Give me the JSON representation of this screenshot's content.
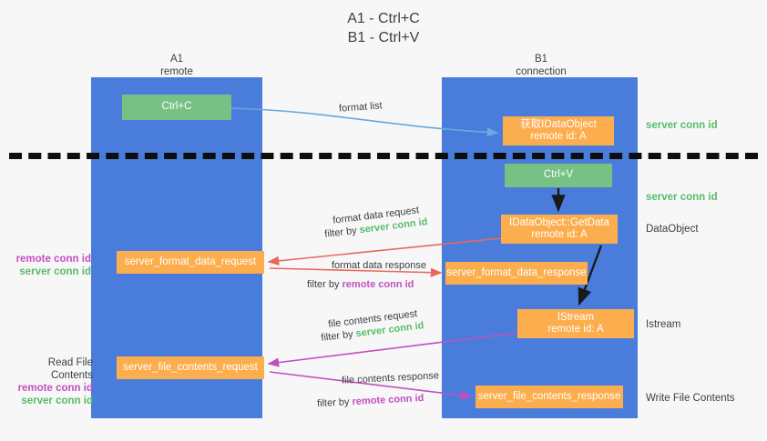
{
  "title": {
    "line1": "A1 - Ctrl+C",
    "line2": "B1 - Ctrl+V"
  },
  "lanes": [
    {
      "id": "a1",
      "name": "A1",
      "role": "remote",
      "color": "#4a7ddb"
    },
    {
      "id": "b1",
      "name": "B1",
      "role": "connection",
      "color": "#4a7ddb"
    }
  ],
  "colors": {
    "lane": "#4a7ddb",
    "green_node": "#76c183",
    "orange_node": "#fcad4d",
    "server_conn_id": "#57bb6b",
    "remote_conn_id": "#c24fc2",
    "background": "#f7f7f7",
    "text": "#3c4043",
    "arrow_blue": "#6aa8dd",
    "arrow_red": "#e8685c",
    "arrow_magenta": "#c24fc2",
    "arrow_dark": "#1a1a1a",
    "separator": "#0e0e0e"
  },
  "nodes": {
    "ctrl_c": {
      "label": "Ctrl+C",
      "sub": ""
    },
    "idataobject": {
      "label": "获取IDataObject",
      "sub": "remote id: A"
    },
    "ctrl_v": {
      "label": "Ctrl+V",
      "sub": ""
    },
    "getdata": {
      "label": "IDataObject::GetData",
      "sub": "remote id: A"
    },
    "format_data_request": {
      "label": "server_format_data_request",
      "sub": ""
    },
    "format_data_response": {
      "label": "server_format_data_response",
      "sub": ""
    },
    "istream": {
      "label": "IStream",
      "sub": "remote id: A"
    },
    "file_contents_request": {
      "label": "server_file_contents_request",
      "sub": ""
    },
    "file_contents_response": {
      "label": "server_file_contents_response",
      "sub": ""
    }
  },
  "edge_labels": {
    "format_list": "format list",
    "format_data_request": "format data request",
    "format_data_response": "format data response",
    "file_contents_request": "file contents request",
    "file_contents_response": "file contents response",
    "filter_by": "filter by",
    "server_conn_id": "server conn id",
    "remote_conn_id": "remote conn id"
  },
  "annotations": {
    "server_conn_id": "server conn id",
    "remote_conn_id": "remote conn id",
    "data_object": "DataObject",
    "istream": "Istream",
    "write_file_contents": "Write File Contents",
    "read_file_contents": "Read File Contents"
  }
}
